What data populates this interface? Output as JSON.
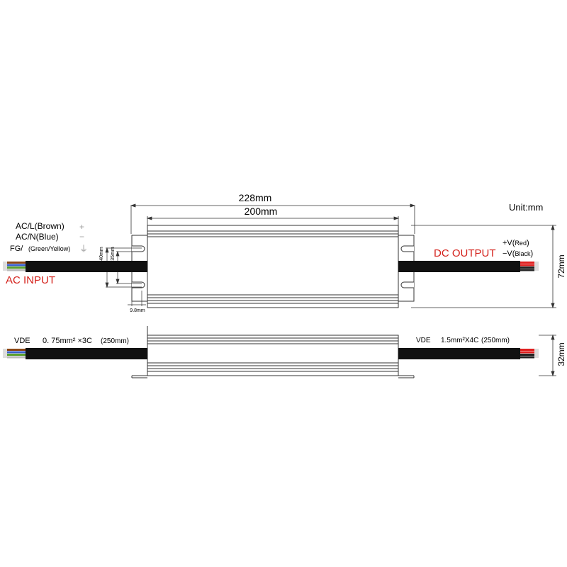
{
  "dimensions": {
    "overall_length": "228mm",
    "body_length": "200mm",
    "height": "72mm",
    "thickness": "32mm",
    "mount_outer": "40mm",
    "mount_inner": "35mm",
    "mount_tab": "9.8mm",
    "unit": "Unit:mm"
  },
  "input": {
    "title": "AC INPUT",
    "l_label": "AC/L(Brown)",
    "n_label": "AC/N(Blue)",
    "fg_label": "FG/",
    "fg_color": "(Green/Yellow)",
    "plus_sym": "+",
    "minus_sym": "−",
    "ground_sym": "⏚",
    "cable_vde": "VDE",
    "cable_spec": "0. 75mm² ×3C",
    "cable_len": "(250mm)"
  },
  "output": {
    "title": "DC OUTPUT",
    "plus_prefix": "+V(",
    "plus_color": "Red",
    "minus_prefix": "−V(",
    "minus_color": "Black",
    "close_paren": ")",
    "cable_vde": "VDE",
    "cable_spec": "1.5mm²X4C",
    "cable_len": "(250mm)"
  },
  "colors": {
    "accent_red": "#d4201a",
    "cable": "#111111",
    "line": "#333333",
    "wire_brown": "#8b4513",
    "wire_blue": "#3a5fcd",
    "wire_green": "#5aa02c",
    "wire_red": "#e02020"
  }
}
